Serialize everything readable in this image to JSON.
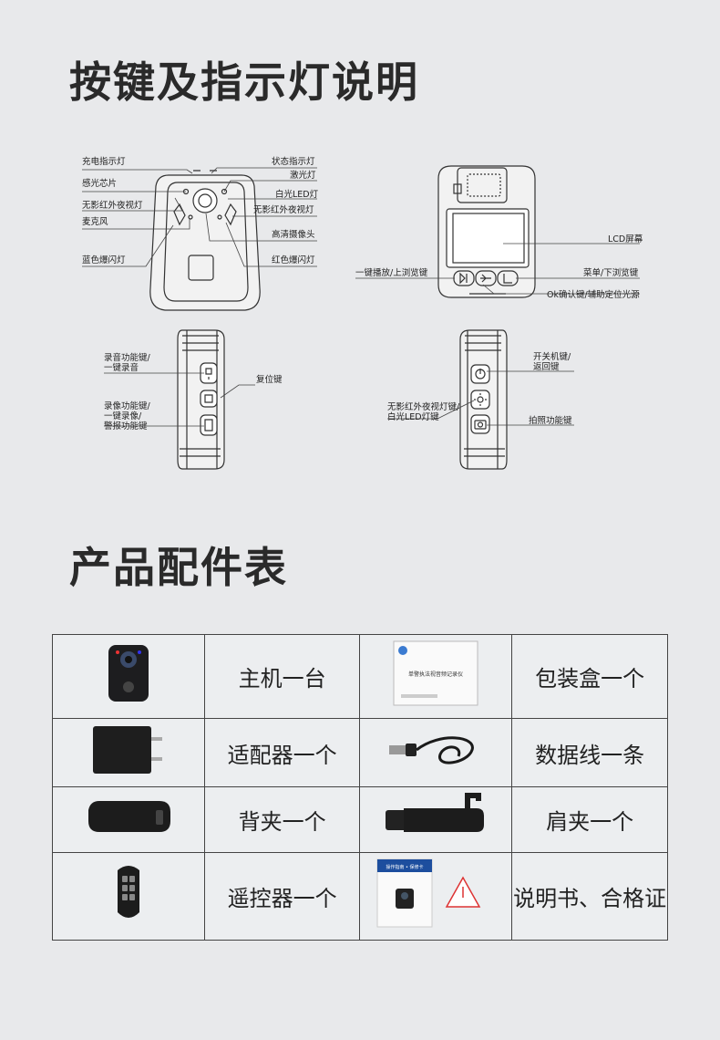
{
  "section1": {
    "title": "按键及指示灯说明"
  },
  "front_labels": {
    "charge_light": "充电指示灯",
    "light_sensor": "感光芯片",
    "ir_left": "无影红外夜视灯",
    "microphone": "麦克风",
    "blue_flash": "蓝色爆闪灯",
    "status_light": "状态指示灯",
    "laser": "激光灯",
    "white_led": "白光LED灯",
    "ir_right": "无影红外夜视灯",
    "hd_camera": "高清摄像头",
    "red_flash": "红色爆闪灯"
  },
  "back_labels": {
    "lcd": "LCD屏幕",
    "play_up": "一键播放/上浏览键",
    "menu_down": "菜单/下浏览键",
    "ok_key": "Ok确认键/辅助定位光源"
  },
  "left_side_labels": {
    "audio_key_1": "录音功能键/",
    "audio_key_2": "一键录音",
    "reset": "复位键",
    "video_key_1": "录像功能键/",
    "video_key_2": "一键录像/",
    "video_key_3": "警报功能键"
  },
  "right_side_labels": {
    "power_1": "开关机键/",
    "power_2": "返回键",
    "ir_key_1": "无影红外夜视灯键/",
    "ir_key_2": "白光LED灯键",
    "photo": "拍照功能键"
  },
  "section2": {
    "title": "产品配件表"
  },
  "accessories": {
    "r1c2": "主机一台",
    "r1c4": "包装盒一个",
    "r2c2": "适配器一个",
    "r2c4": "数据线一条",
    "r3c2": "背夹一个",
    "r3c4": "肩夹一个",
    "r4c2": "遥控器一个",
    "r4c4": "说明书、合格证"
  },
  "box_text": "单警执法视音频记录仪",
  "manual_text": "操作指南 • 保修卡"
}
